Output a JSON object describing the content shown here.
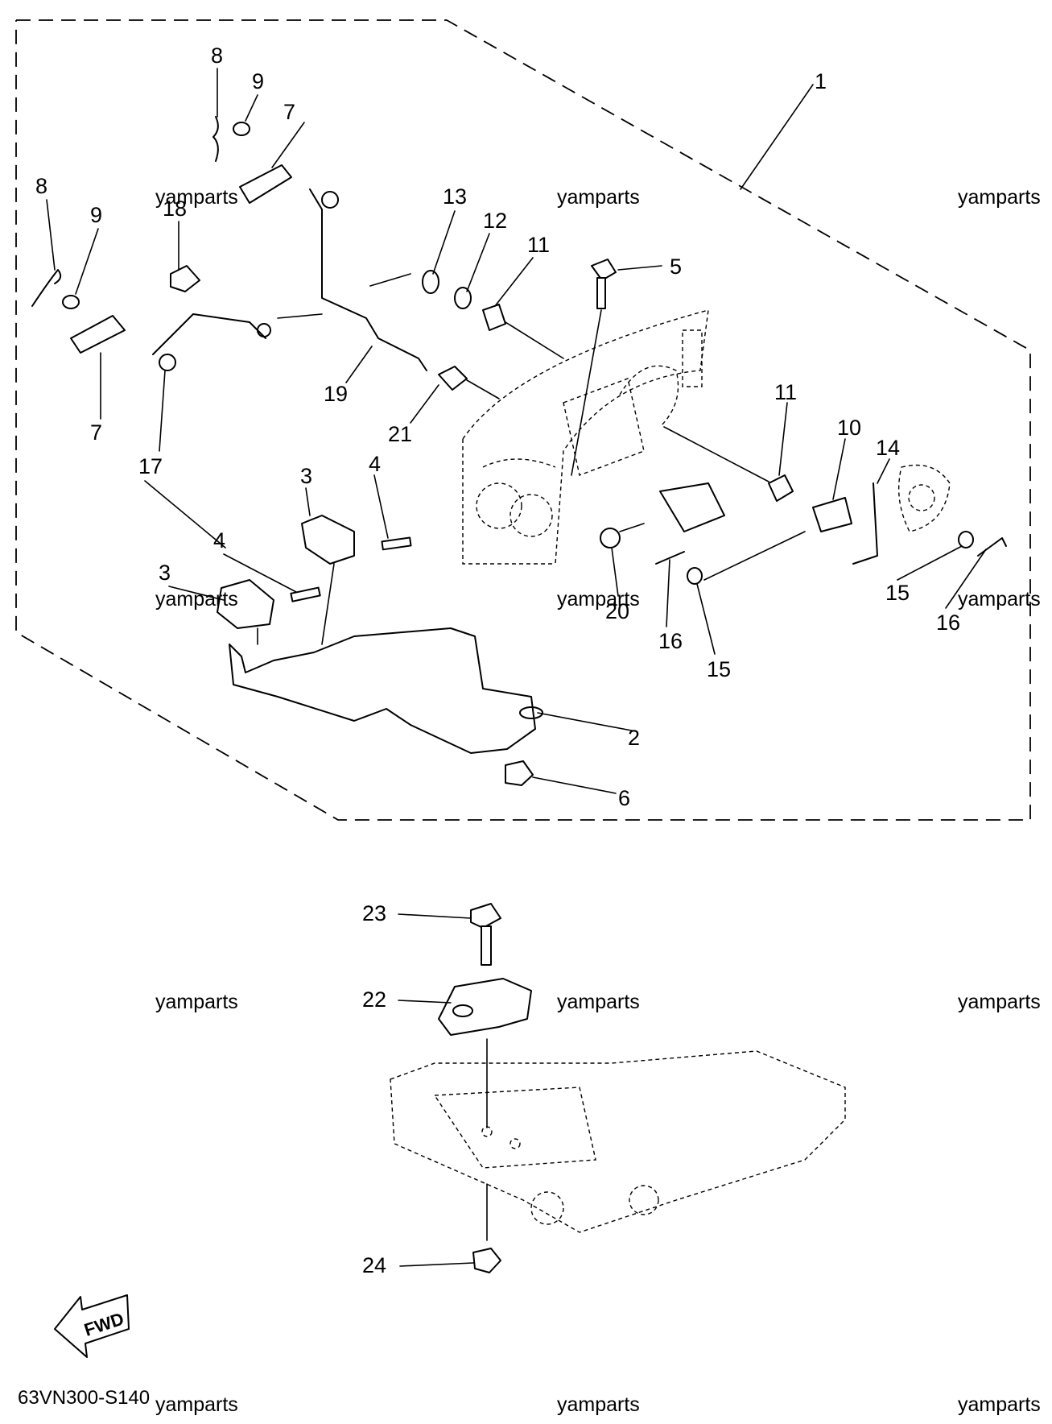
{
  "diagram_code": "63VN300-S140",
  "fwd_label": "FWD",
  "watermark": "yamparts",
  "callouts": [
    "1",
    "2",
    "3",
    "3",
    "4",
    "4",
    "5",
    "6",
    "7",
    "7",
    "8",
    "8",
    "9",
    "9",
    "10",
    "11",
    "11",
    "12",
    "13",
    "14",
    "15",
    "15",
    "16",
    "16",
    "17",
    "18",
    "19",
    "20",
    "21",
    "22",
    "23",
    "24"
  ]
}
